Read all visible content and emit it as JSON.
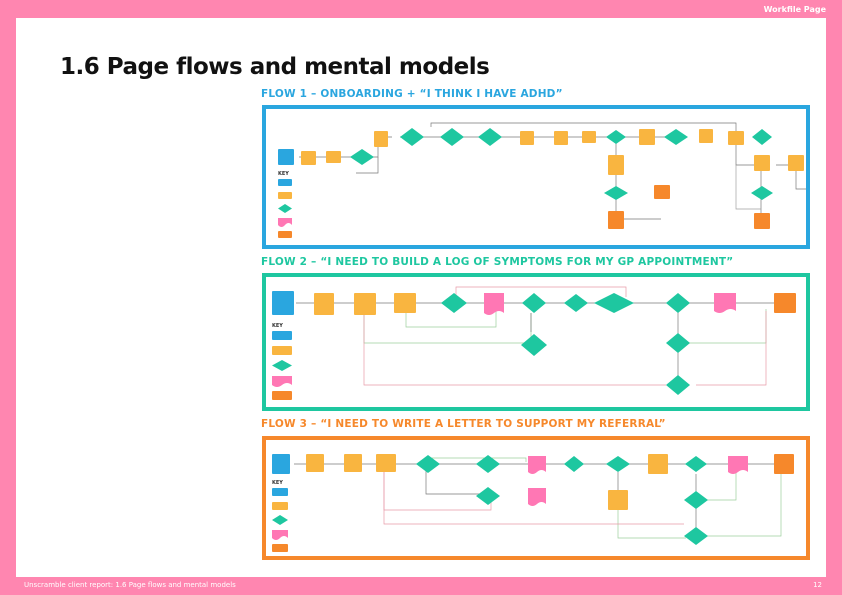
{
  "header": {
    "tag": "Workfile Page"
  },
  "page": {
    "title": "1.6 Page flows and mental models"
  },
  "flows": [
    {
      "title": "FLOW 1 – ONBOARDING + “I THINK I HAVE ADHD”",
      "color": "#2aa6df"
    },
    {
      "title": "FLOW 2 – “I NEED TO BUILD A LOG OF SYMPTOMS FOR MY GP APPOINTMENT”",
      "color": "#1ec7a0"
    },
    {
      "title": "FLOW 3 – “I NEED TO WRITE A LETTER TO SUPPORT MY REFERRAL”",
      "color": "#f6882b"
    }
  ],
  "key": {
    "label": "KEY",
    "colors": [
      "#2aa6df",
      "#f9b540",
      "#1ec7a0",
      "#ff77b4",
      "#f6882b"
    ]
  },
  "footer": {
    "left": "Unscramble client report: 1.6 Page flows and mental models",
    "page_number": "12"
  }
}
